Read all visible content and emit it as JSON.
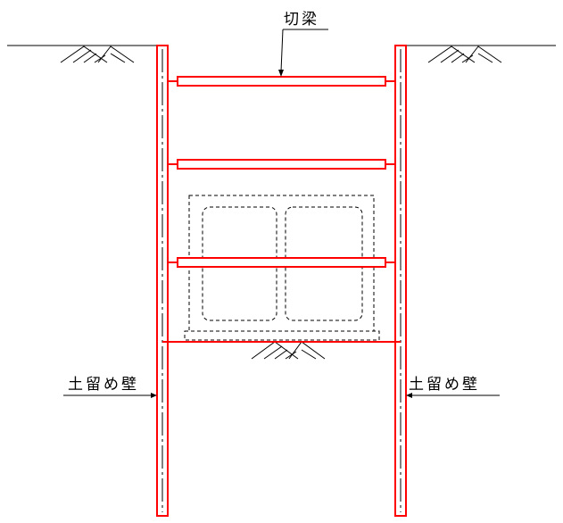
{
  "labels": {
    "strut": "切梁",
    "wall_left": "土留め壁",
    "wall_right": "土留め壁"
  },
  "colors": {
    "structure": "#ff0000",
    "line": "#000000",
    "background": "#ffffff"
  }
}
